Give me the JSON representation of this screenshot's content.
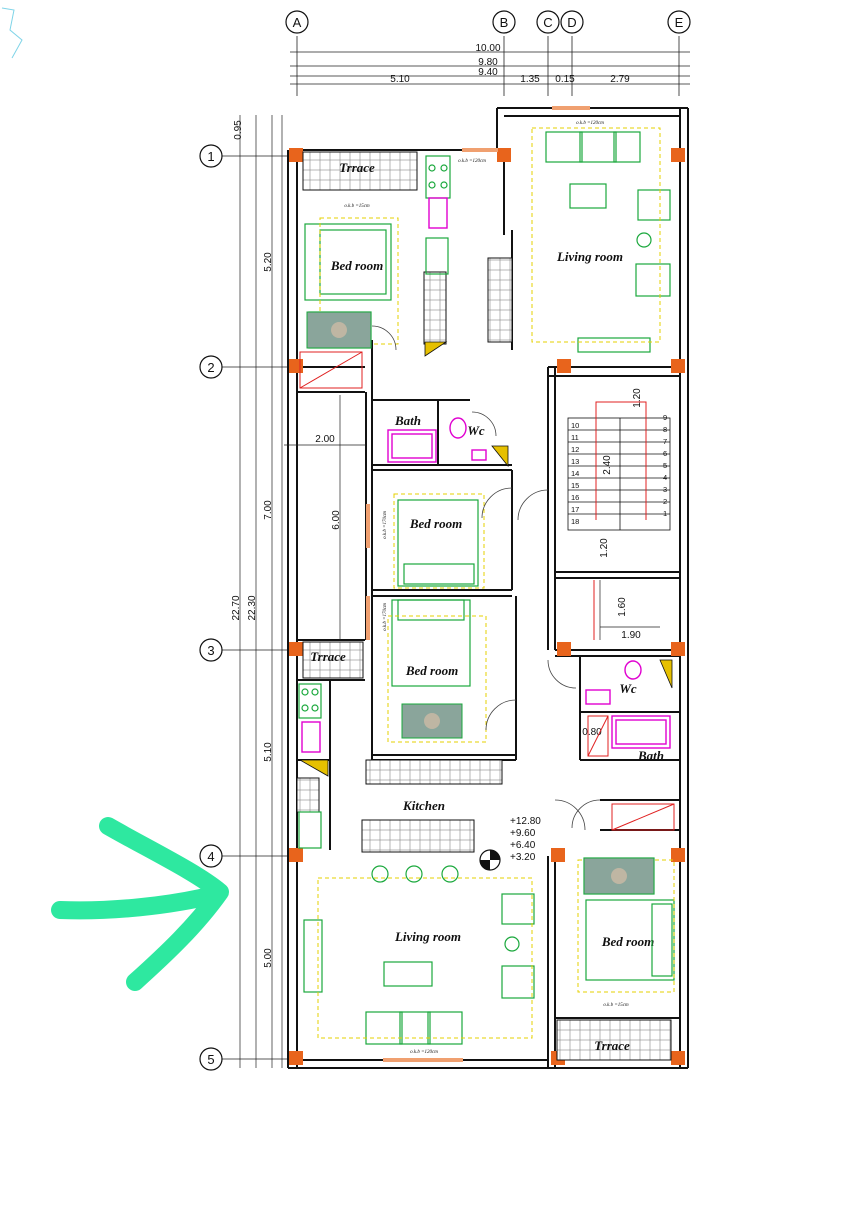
{
  "grid": {
    "columns": [
      "A",
      "B",
      "C",
      "D",
      "E"
    ],
    "rows": [
      "1",
      "2",
      "3",
      "4",
      "5"
    ]
  },
  "dimensions": {
    "top": [
      "10.00",
      "9.80",
      "9.40",
      "5.10",
      "1.35",
      "0.15",
      "2.79"
    ],
    "left": [
      "0.95",
      "5.20",
      "7.00",
      "22.70",
      "22.30",
      "5.10",
      "5.00",
      "2.00",
      "6.00"
    ],
    "internal": [
      "1.20",
      "2.40",
      "1.20",
      "1.60",
      "1.90",
      "0.80"
    ]
  },
  "rooms": {
    "terrace_top": "Trrace",
    "bedroom_top": "Bed room",
    "living_top": "Living room",
    "bath_mid": "Bath",
    "wc_mid": "Wc",
    "bedroom_mid1": "Bed room",
    "bedroom_mid2": "Bed room",
    "terrace_mid": "Trrace",
    "wc_right": "Wc",
    "bath_right": "Bath",
    "kitchen": "Kitchen",
    "living_bottom": "Living room",
    "bedroom_bottom": "Bed room",
    "terrace_bottom": "Trrace"
  },
  "window_notes": {
    "top_bed": "o.k.b =15cm",
    "top_living_a": "o.k.b =120cm",
    "top_living_b": "o.k.b =120cm",
    "mid_bed1": "o.k.b =170cm",
    "mid_bed2": "o.k.b =170cm",
    "bottom_bed": "o.k.b =15cm",
    "bottom_living": "o.k.b =120cm"
  },
  "levels": [
    "+12.80",
    "+9.60",
    "+6.40",
    "+3.20"
  ],
  "stairs": {
    "left_steps": [
      "10",
      "11",
      "12",
      "13",
      "14",
      "15",
      "16",
      "17",
      "18"
    ],
    "right_steps": [
      "9",
      "8",
      "7",
      "6",
      "5",
      "4",
      "3",
      "2",
      "1"
    ]
  },
  "colors": {
    "wall": "#111111",
    "column": "#e8641c",
    "furniture": "#1aa83c",
    "sanitary": "#e000d0",
    "hatch": "#e02020",
    "dashed": "#e6d000",
    "annotation_arrow": "#2ee8a0"
  },
  "annotation": {
    "icon": "arrow-right-icon"
  }
}
